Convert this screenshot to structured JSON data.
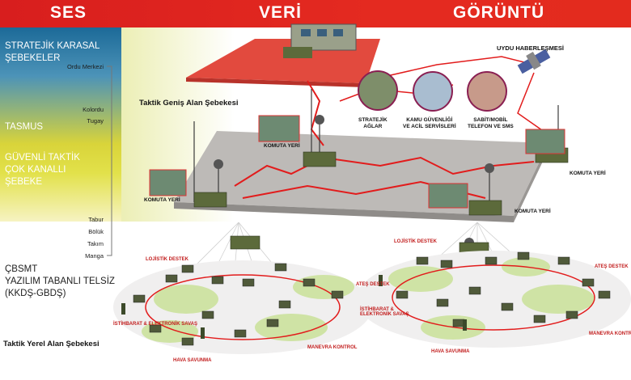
{
  "banner": {
    "ses": "SES",
    "veri": "VERİ",
    "goruntu": "GÖRÜNTÜ"
  },
  "left_labels": {
    "stratejik": [
      "STRATEJİK KARASAL",
      "ŞEBEKELER"
    ],
    "tasmus": "TASMUS",
    "guvenli": [
      "GÜVENLİ TAKTİK",
      "ÇOK KANALLI",
      "ŞEBEKE"
    ],
    "cbsmt": [
      "ÇBSMT",
      "YAZILIM TABANLI TELSİZ",
      "(KKDŞ-GBDŞ)"
    ]
  },
  "hierarchy": {
    "ordu": "Ordu Merkezi",
    "kolordu": "Kolordu",
    "tugay": "Tugay",
    "tabur": "Tabur",
    "boluk": "Bölük",
    "takim": "Takım",
    "manga": "Manga"
  },
  "network_titles": {
    "genis": "Taktik Geniş Alan Şebekesi",
    "yerel": "Taktik Yerel Alan Şebekesi"
  },
  "top_right": {
    "uydu": "UYDU HABERLEŞMESİ"
  },
  "services": {
    "stratejik": [
      "STRATEJİK",
      "AĞLAR"
    ],
    "kamu": [
      "KAMU GÜVENLİĞİ",
      "VE ACİL SERVİSLERİ"
    ],
    "sabit": [
      "SABİT/MOBİL",
      "TELEFON VE SMS"
    ]
  },
  "komuta": "KOMUTA YERİ",
  "small_labels": {
    "lojistik": "LOJİSTİK DESTEK",
    "ates": "ATEŞ DESTEK",
    "istihbarat": [
      "İSTİHBARAT & ELEKTRONİK SAVAŞ"
    ],
    "istihbarat2": [
      "İSTİHBARAT &",
      "ELEKTRONİK SAVAŞ"
    ],
    "manevra": "MANEVRA KONTROL",
    "hava": "HAVA SAVUNMA"
  },
  "colors": {
    "banner_red": "#e02a20",
    "link_red": "#e21c1c",
    "platform_grey": "#b9b6b4",
    "ground_green": "#cfe3a5"
  }
}
